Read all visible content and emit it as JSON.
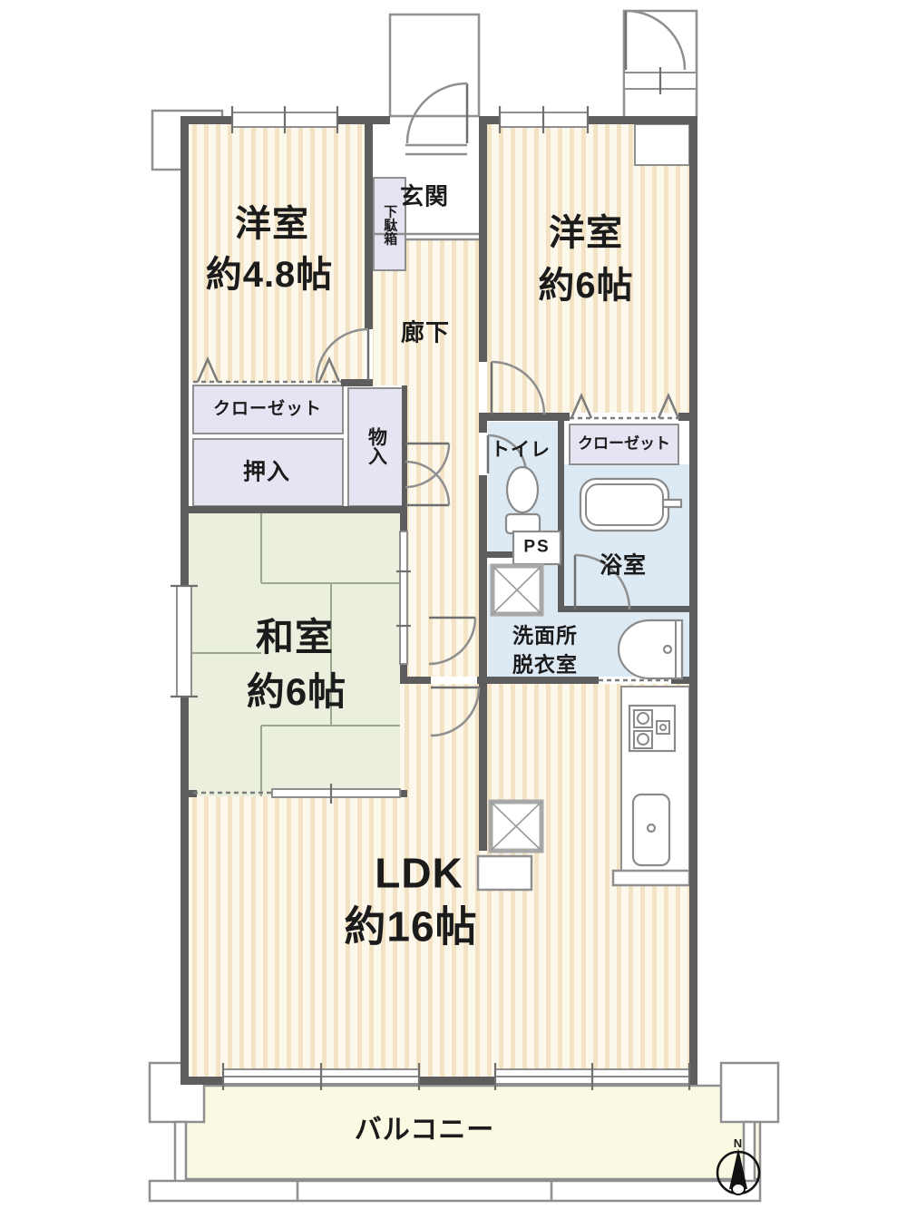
{
  "floorplan": {
    "rooms": {
      "western_room_1": {
        "name": "洋室",
        "size": "約4.8帖"
      },
      "western_room_2": {
        "name": "洋室",
        "size": "約6帖"
      },
      "japanese_room": {
        "name": "和室",
        "size": "約6帖"
      },
      "ldk": {
        "name": "LDK",
        "size": "約16帖"
      },
      "entrance": {
        "label": "玄関"
      },
      "shoe_box": {
        "label": "下駄箱"
      },
      "hallway": {
        "label": "廊下"
      },
      "closet_left": {
        "label": "クローゼット"
      },
      "oshiire": {
        "label": "押入"
      },
      "storage": {
        "label": "物入"
      },
      "toilet": {
        "label": "トイレ"
      },
      "pipe_space": {
        "label": "PS"
      },
      "closet_right": {
        "label": "クローゼット"
      },
      "bathroom": {
        "label": "浴室"
      },
      "washroom": {
        "line1": "洗面所",
        "line2": "脱衣室"
      },
      "balcony": {
        "label": "バルコニー"
      }
    },
    "compass": {
      "label": "N"
    },
    "colors": {
      "wall": "#5d5d5d",
      "flooring_base": "#fdf8ec",
      "flooring_stripe": "#f3e2c3",
      "tatami": "#eaf0dd",
      "closet": "#e6e4f2",
      "wet_area": "#dde9f3",
      "balcony": "#fbf9e2"
    }
  }
}
